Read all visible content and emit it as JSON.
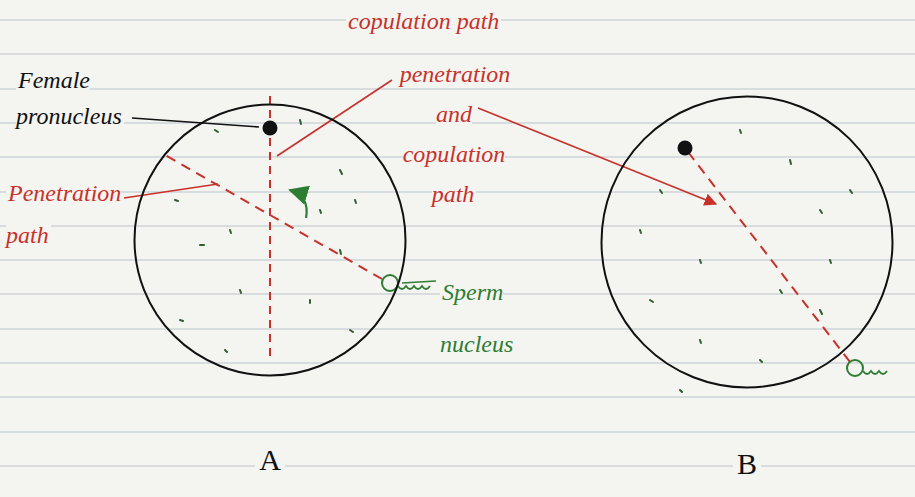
{
  "diagram": {
    "nodes": [
      {
        "text": [
          "A"
        ]
      },
      {
        "text": [
          "B"
        ]
      }
    ],
    "labels": [
      "copulation path",
      "Female pronucleus",
      "penetration and copulation path",
      "Penetration path",
      "Sperm nucleus"
    ]
  }
}
